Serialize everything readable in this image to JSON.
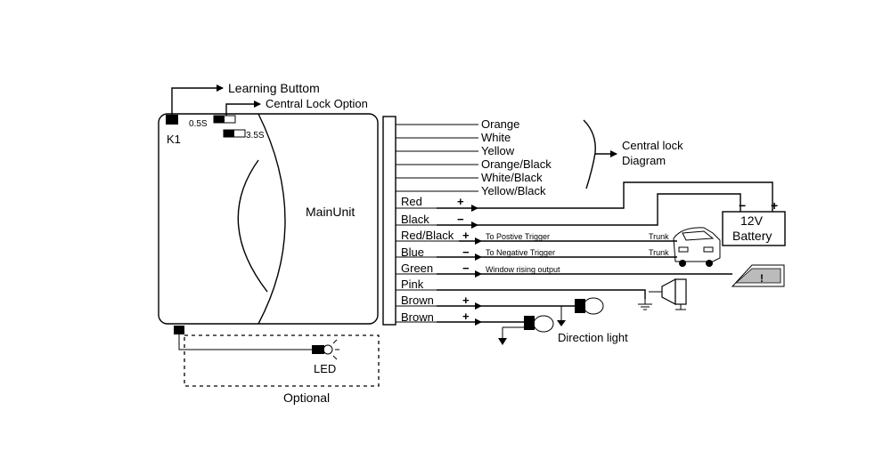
{
  "diagram": {
    "learning_button": "Learning Buttom",
    "central_lock_option": "Central Lock Option",
    "k1": "K1",
    "t05": "0.5S",
    "t35": "3.5S",
    "main_unit": "MainUnit",
    "central_lock_diagram_line1": "Central lock",
    "central_lock_diagram_line2": "Diagram",
    "wires_top": [
      "Orange",
      "White",
      "Yellow",
      "Orange/Black",
      "White/Black",
      "Yellow/Black"
    ],
    "wires": [
      "Red",
      "Black",
      "Red/Black",
      "Blue",
      "Green",
      "Pink",
      "Brown",
      "Brown"
    ],
    "wire_signs": [
      "+",
      "−",
      "+",
      "−",
      "−",
      "",
      "+",
      "+"
    ],
    "to_positive_trigger": "To Postive Trigger",
    "to_negative_trigger": "To Negative Trigger",
    "window_rising_output": "Window rising output",
    "trunk1": "Trunk",
    "trunk2": "Trunk",
    "battery_line1": "12V",
    "battery_line2": "Battery",
    "battery_minus": "−",
    "battery_plus": "+",
    "direction_light": "Direction light",
    "led": "LED",
    "optional": "Optional"
  }
}
